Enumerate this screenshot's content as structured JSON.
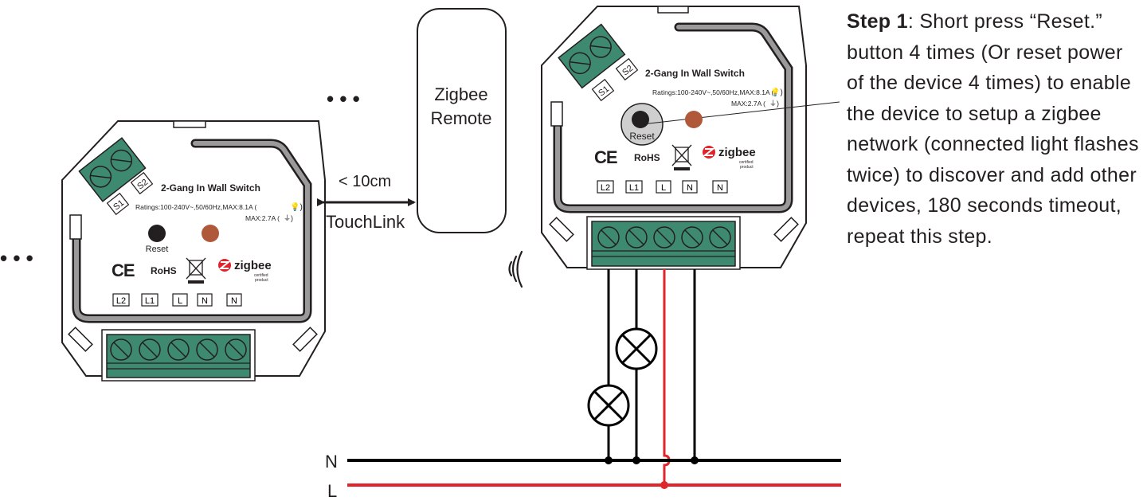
{
  "ellipsis": "• • •",
  "remote": {
    "line1": "Zigbee",
    "line2": "Remote"
  },
  "distance_label": "< 10cm",
  "touchlink_label": "TouchLink",
  "device": {
    "title": "2-Gang In Wall Switch",
    "s1": "S1",
    "s2": "S2",
    "ratings": "Ratings:100-240V~,50/60Hz,MAX:8.1A (",
    "max2": "MAX:2.7A (",
    "reset_label": "Reset",
    "ce": "CE",
    "rohs": "RoHS",
    "zigbee": "zigbee",
    "certified1": "certified",
    "certified2": "product",
    "terminals": [
      "L2",
      "L1",
      "L",
      "N",
      "N"
    ]
  },
  "mains": {
    "n_label": "N",
    "l_label": "L"
  },
  "colors": {
    "terminal_green": "#3e8a70",
    "live_red": "#e0262b",
    "reset_brown": "#b0593a",
    "zigbee_red": "#e1242b",
    "line_black": "#000000",
    "wave_black": "#231f20"
  },
  "instructions": {
    "step_label": "Step 1",
    "text": ": Short press “Reset.” button 4 times (Or reset power of the device 4 times) to enable the device to setup a zigbee network (connected light flashes twice) to discover and add other devices, 180 seconds timeout, repeat this step."
  }
}
